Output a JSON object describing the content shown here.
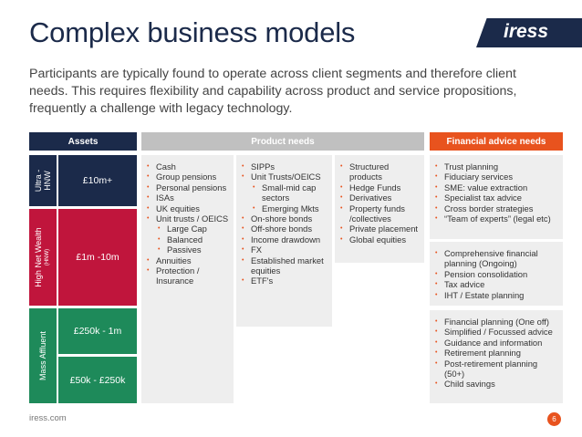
{
  "title": "Complex business models",
  "brand": "iress",
  "intro": "Participants are typically found to operate across client segments and therefore client needs. This requires flexibility and capability across product and service propositions, frequently a challenge with legacy technology.",
  "headers": {
    "assets": "Assets",
    "product": "Product needs",
    "advice": "Financial advice needs"
  },
  "segments": {
    "uhnw": {
      "label_line1": "Ultra -",
      "label_line2": "HNW",
      "band": "£10m+"
    },
    "hnw": {
      "label": "High Net Wealth",
      "sublabel": "(HNW)",
      "band": "£1m -10m"
    },
    "mass": {
      "label": "Mass Affluent",
      "band1": "£250k - 1m",
      "band2": "£50k  - £250k"
    }
  },
  "product_col1": [
    {
      "text": "Cash"
    },
    {
      "text": "Group pensions"
    },
    {
      "text": "Personal pensions"
    },
    {
      "text": "ISAs"
    },
    {
      "text": "UK equities"
    },
    {
      "text": "Unit trusts / OEICS"
    },
    {
      "text": "Large Cap",
      "sub": true
    },
    {
      "text": "Balanced",
      "sub": true
    },
    {
      "text": "Passives",
      "sub": true
    },
    {
      "text": "Annuities"
    },
    {
      "text": "Protection / Insurance"
    }
  ],
  "product_col2": [
    {
      "text": "SIPPs"
    },
    {
      "text": "Unit Trusts/OEICS"
    },
    {
      "text": "Small-mid cap sectors",
      "sub": true
    },
    {
      "text": "Emerging Mkts",
      "sub": true
    },
    {
      "text": "On-shore bonds"
    },
    {
      "text": "Off-shore bonds"
    },
    {
      "text": "Income drawdown"
    },
    {
      "text": "FX"
    },
    {
      "text": "Established market equities"
    },
    {
      "text": "ETF's"
    }
  ],
  "product_col3": [
    {
      "text": "Structured products"
    },
    {
      "text": "Hedge Funds"
    },
    {
      "text": "Derivatives"
    },
    {
      "text": "Property funds /collectives"
    },
    {
      "text": "Private placement"
    },
    {
      "text": "Global equities"
    }
  ],
  "advice_uhnw": [
    {
      "text": "Trust planning"
    },
    {
      "text": "Fiduciary services"
    },
    {
      "text": "SME: value extraction"
    },
    {
      "text": "Specialist tax advice"
    },
    {
      "text": "Cross border strategies"
    },
    {
      "text": "“Team of experts” (legal etc)"
    }
  ],
  "advice_hnw": [
    {
      "text": "Comprehensive financial planning (Ongoing)"
    },
    {
      "text": "Pension consolidation"
    },
    {
      "text": "Tax advice"
    },
    {
      "text": "IHT / Estate planning"
    }
  ],
  "advice_mass": [
    {
      "text": "Financial planning (One off)"
    },
    {
      "text": "Simplified / Focussed advice"
    },
    {
      "text": "Guidance and information"
    },
    {
      "text": "Retirement planning"
    },
    {
      "text": "Post-retirement planning (50+)"
    },
    {
      "text": "Child savings"
    }
  ],
  "footer": "iress.com",
  "page_number": "6",
  "colors": {
    "navy": "#1b2a4a",
    "orange": "#e8531e",
    "red": "#c0153c",
    "green": "#1e8a5a",
    "grey": "#c0c0c0"
  }
}
